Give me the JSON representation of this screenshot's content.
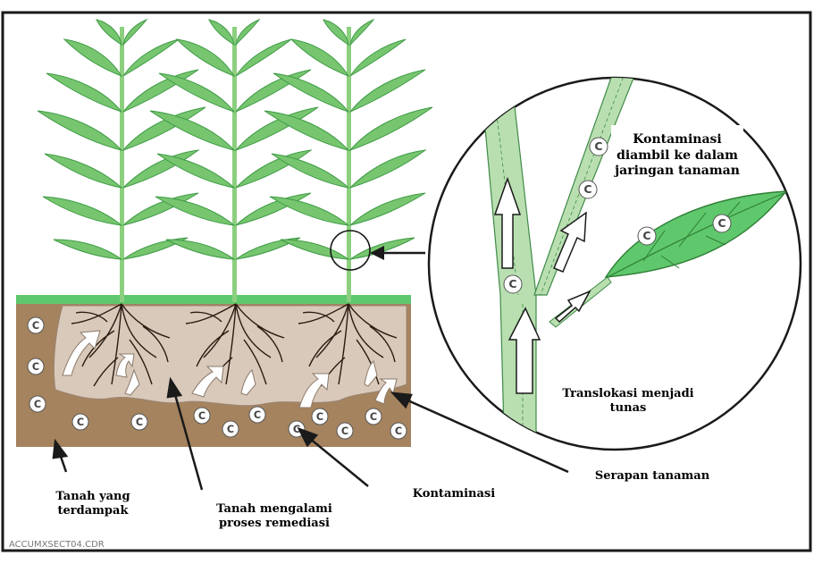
{
  "labels": {
    "affected_soil": "Tanah yang terdampak",
    "remediated_soil": "Tanah mengalami proses remediasi",
    "contamination": "Kontaminasi",
    "plant_uptake": "Serapan tanaman",
    "taken_into_tissue": "Kontaminasi diambil ke dalam jaringan tanaman",
    "translocation": "Translokasi menjadi tunas"
  },
  "contaminant_symbol": "C",
  "file_name": "ACCUMXSECT04.CDR",
  "colors": {
    "soil": "#a5835f",
    "remediated_soil": "#d9c9bb",
    "grass": "#5fc76c",
    "leaf": "#77c66f",
    "leaf_dark": "#3f9b46",
    "stem": "#b9dfb0",
    "frame": "#1a1a1a"
  }
}
